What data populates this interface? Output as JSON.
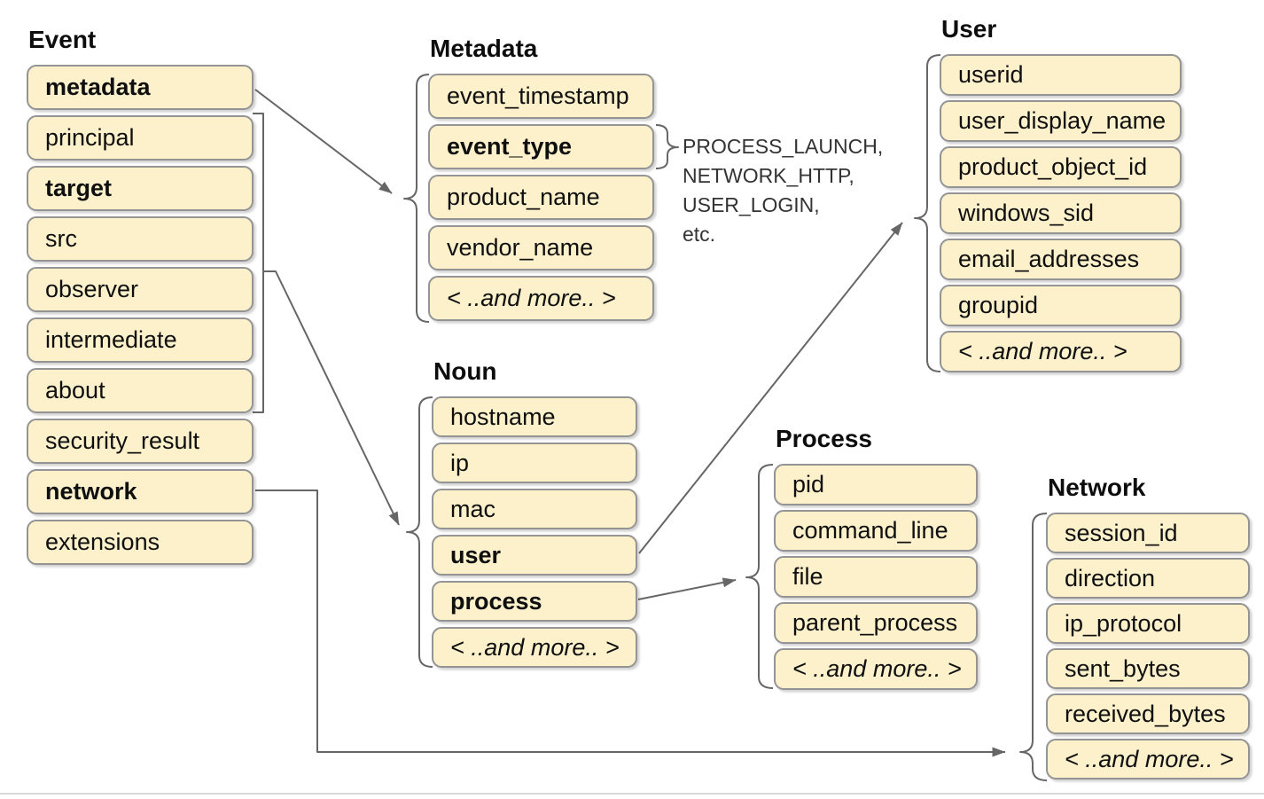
{
  "diagram": {
    "groups": [
      {
        "id": "event",
        "title": "Event",
        "fields": [
          {
            "label": "metadata",
            "bold": true
          },
          {
            "label": "principal"
          },
          {
            "label": "target",
            "bold": true
          },
          {
            "label": "src"
          },
          {
            "label": "observer"
          },
          {
            "label": "intermediate"
          },
          {
            "label": "about"
          },
          {
            "label": "security_result"
          },
          {
            "label": "network",
            "bold": true
          },
          {
            "label": "extensions"
          }
        ]
      },
      {
        "id": "metadata",
        "title": "Metadata",
        "fields": [
          {
            "label": "event_timestamp"
          },
          {
            "label": "event_type",
            "bold": true
          },
          {
            "label": "product_name"
          },
          {
            "label": "vendor_name"
          },
          {
            "label": "< ..and more.. >",
            "italic": true
          }
        ]
      },
      {
        "id": "noun",
        "title": "Noun",
        "fields": [
          {
            "label": "hostname"
          },
          {
            "label": "ip"
          },
          {
            "label": "mac"
          },
          {
            "label": "user",
            "bold": true
          },
          {
            "label": "process",
            "bold": true
          },
          {
            "label": "< ..and more.. >",
            "italic": true
          }
        ]
      },
      {
        "id": "user",
        "title": "User",
        "fields": [
          {
            "label": "userid"
          },
          {
            "label": "user_display_name"
          },
          {
            "label": "product_object_id"
          },
          {
            "label": "windows_sid"
          },
          {
            "label": "email_addresses"
          },
          {
            "label": "groupid"
          },
          {
            "label": "< ..and more.. >",
            "italic": true
          }
        ]
      },
      {
        "id": "process",
        "title": "Process",
        "fields": [
          {
            "label": "pid"
          },
          {
            "label": "command_line"
          },
          {
            "label": "file"
          },
          {
            "label": "parent_process"
          },
          {
            "label": "< ..and more.. >",
            "italic": true
          }
        ]
      },
      {
        "id": "network",
        "title": "Network",
        "fields": [
          {
            "label": "session_id"
          },
          {
            "label": "direction"
          },
          {
            "label": "ip_protocol"
          },
          {
            "label": "sent_bytes"
          },
          {
            "label": "received_bytes"
          },
          {
            "label": "< ..and more.. >",
            "italic": true
          }
        ]
      }
    ],
    "event_type_values": [
      "PROCESS_LAUNCH,",
      "NETWORK_HTTP,",
      "USER_LOGIN,",
      "etc."
    ],
    "connections": [
      {
        "from": "Event.metadata",
        "to": "Metadata"
      },
      {
        "from": "Event.principal-target-src-observer-intermediate-about",
        "to": "Noun"
      },
      {
        "from": "Metadata.event_type",
        "to": "event_type values"
      },
      {
        "from": "Noun.user",
        "to": "User"
      },
      {
        "from": "Noun.process",
        "to": "Process"
      },
      {
        "from": "Event.network",
        "to": "Network"
      }
    ],
    "colors": {
      "box_fill": "#FCF1CB",
      "box_border": "#949494",
      "connector": "#666666",
      "text": "#0F0F0F"
    }
  }
}
